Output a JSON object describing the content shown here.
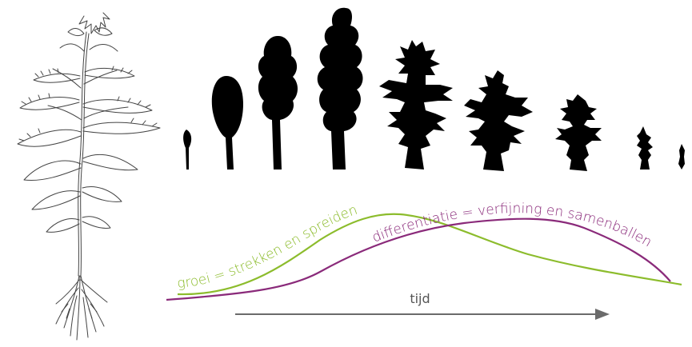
{
  "colors": {
    "growth": "#8cbc2c",
    "differentiation": "#8a2a7a",
    "arrow": "#6b6b6b",
    "silhouette": "#000000",
    "sketch": "#444444"
  },
  "labels": {
    "growth": "groei = strekken en spreiden",
    "differentiation": "differentiatie = verfijning en samenballen",
    "time": "tijd"
  },
  "icons": {
    "plant_sketch": "plant-sketch-illustration",
    "leaf_sequence": "leaf-silhouette"
  }
}
